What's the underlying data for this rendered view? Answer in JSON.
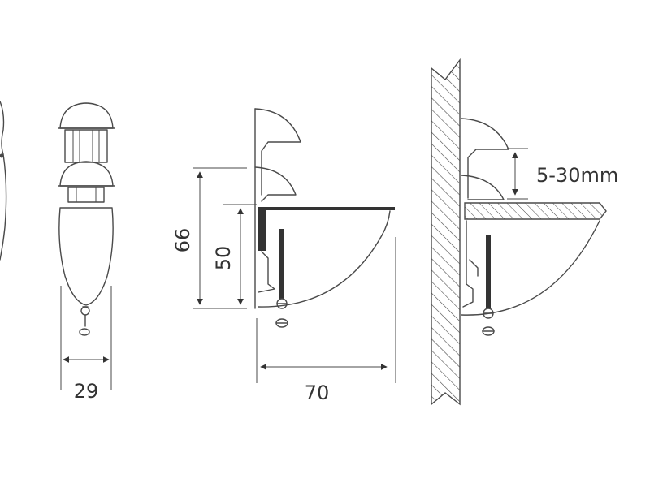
{
  "dimensions": {
    "front_width": "29",
    "total_height": "66",
    "clamp_height": "50",
    "depth": "70",
    "thickness_range": "5-30mm"
  },
  "colors": {
    "line": "#4a4a4a",
    "dark": "#333333",
    "background": "#ffffff"
  }
}
